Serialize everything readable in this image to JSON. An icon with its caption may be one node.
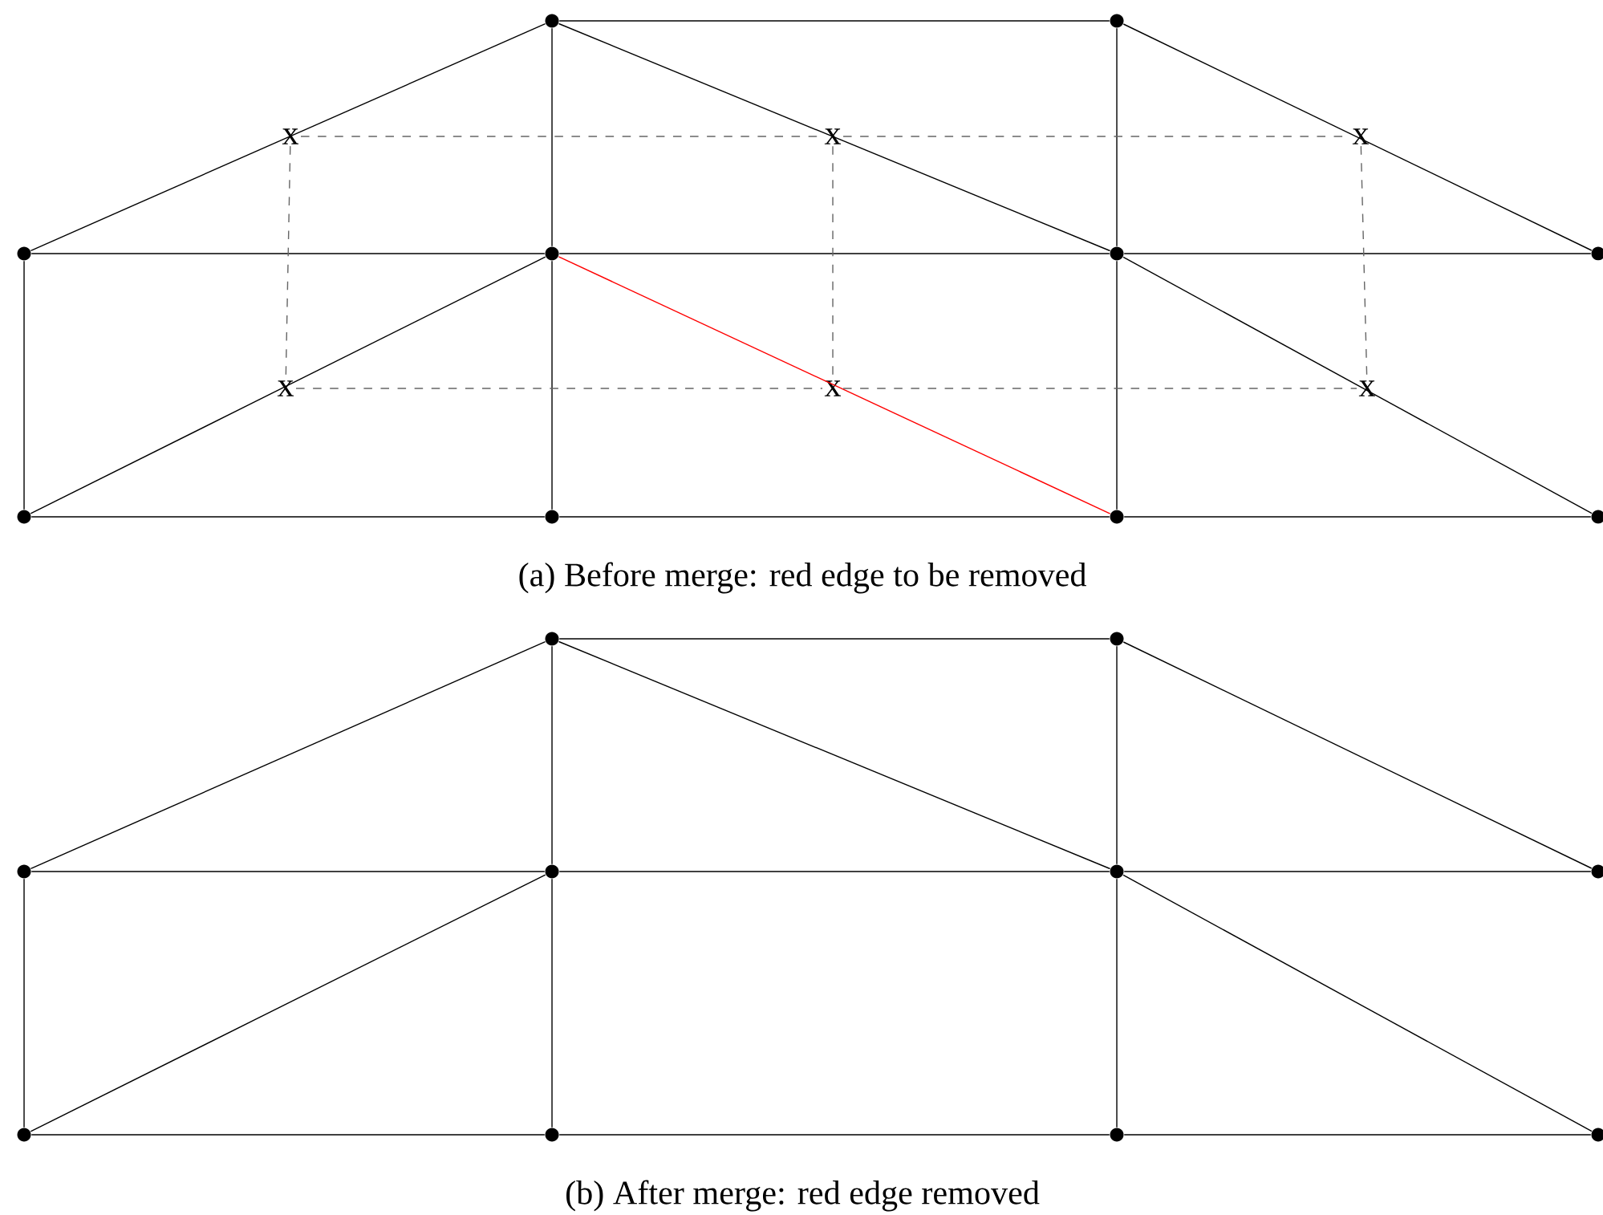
{
  "diagram": {
    "nodes": [
      {
        "text": [],
        "shape": "circle"
      },
      {
        "text": [],
        "shape": "circle"
      },
      {
        "text": [],
        "shape": "circle"
      },
      {
        "text": [],
        "shape": "circle"
      },
      {
        "text": [],
        "shape": "circle"
      },
      {
        "text": [],
        "shape": "circle"
      },
      {
        "text": [],
        "shape": "circle"
      },
      {
        "text": [],
        "shape": "circle"
      },
      {
        "text": [],
        "shape": "circle"
      },
      {
        "text": [],
        "shape": "circle"
      },
      {
        "text": [
          "x"
        ]
      },
      {
        "text": [
          "x"
        ]
      },
      {
        "text": [
          "x"
        ]
      },
      {
        "text": [
          "x"
        ]
      },
      {
        "text": [
          "x"
        ]
      },
      {
        "text": [
          "x"
        ]
      },
      {
        "text": [],
        "shape": "circle"
      },
      {
        "text": [],
        "shape": "circle"
      },
      {
        "text": [],
        "shape": "circle"
      },
      {
        "text": [],
        "shape": "circle"
      },
      {
        "text": [],
        "shape": "circle"
      },
      {
        "text": [],
        "shape": "circle"
      },
      {
        "text": [],
        "shape": "circle"
      },
      {
        "text": [],
        "shape": "circle"
      },
      {
        "text": [],
        "shape": "circle"
      },
      {
        "text": [],
        "shape": "circle"
      }
    ],
    "edges": [
      {
        "from": 0,
        "to": 1,
        "arrow": "none"
      },
      {
        "from": 2,
        "to": 0,
        "arrow": "none"
      },
      {
        "from": 0,
        "to": 3,
        "arrow": "none"
      },
      {
        "from": 0,
        "to": 4,
        "arrow": "none"
      },
      {
        "from": 1,
        "to": 4,
        "arrow": "none"
      },
      {
        "from": 1,
        "to": 5,
        "arrow": "none"
      },
      {
        "from": 2,
        "to": 3,
        "arrow": "none"
      },
      {
        "from": 3,
        "to": 4,
        "arrow": "none"
      },
      {
        "from": 4,
        "to": 5,
        "arrow": "none"
      },
      {
        "from": 2,
        "to": 6,
        "arrow": "none"
      },
      {
        "from": 6,
        "to": 3,
        "arrow": "none"
      },
      {
        "from": 3,
        "to": 7,
        "arrow": "none"
      },
      {
        "from": 3,
        "to": 8,
        "arrow": "none",
        "color": "#ff0000"
      },
      {
        "from": 4,
        "to": 8,
        "arrow": "none"
      },
      {
        "from": 4,
        "to": 9,
        "arrow": "none"
      },
      {
        "from": 6,
        "to": 7,
        "arrow": "none"
      },
      {
        "from": 7,
        "to": 8,
        "arrow": "none"
      },
      {
        "from": 8,
        "to": 9,
        "arrow": "none"
      },
      {
        "from": 10,
        "to": 11,
        "arrow": "none",
        "style": "dashed",
        "color": "#666666"
      },
      {
        "from": 11,
        "to": 12,
        "arrow": "none",
        "style": "dashed",
        "color": "#666666"
      },
      {
        "from": 13,
        "to": 14,
        "arrow": "none",
        "style": "dashed",
        "color": "#666666"
      },
      {
        "from": 14,
        "to": 15,
        "arrow": "none",
        "style": "dashed",
        "color": "#666666"
      },
      {
        "from": 10,
        "to": 13,
        "arrow": "none",
        "style": "dashed",
        "color": "#666666"
      },
      {
        "from": 11,
        "to": 14,
        "arrow": "none",
        "style": "dashed",
        "color": "#666666"
      },
      {
        "from": 12,
        "to": 15,
        "arrow": "none",
        "style": "dashed",
        "color": "#666666"
      },
      {
        "from": 16,
        "to": 17,
        "arrow": "none"
      },
      {
        "from": 18,
        "to": 16,
        "arrow": "none"
      },
      {
        "from": 16,
        "to": 19,
        "arrow": "none"
      },
      {
        "from": 16,
        "to": 20,
        "arrow": "none"
      },
      {
        "from": 17,
        "to": 20,
        "arrow": "none"
      },
      {
        "from": 17,
        "to": 21,
        "arrow": "none"
      },
      {
        "from": 18,
        "to": 19,
        "arrow": "none"
      },
      {
        "from": 19,
        "to": 20,
        "arrow": "none"
      },
      {
        "from": 20,
        "to": 21,
        "arrow": "none"
      },
      {
        "from": 18,
        "to": 22,
        "arrow": "none"
      },
      {
        "from": 22,
        "to": 19,
        "arrow": "none"
      },
      {
        "from": 19,
        "to": 23,
        "arrow": "none"
      },
      {
        "from": 20,
        "to": 24,
        "arrow": "none"
      },
      {
        "from": 20,
        "to": 25,
        "arrow": "none"
      },
      {
        "from": 22,
        "to": 23,
        "arrow": "none"
      },
      {
        "from": 23,
        "to": 24,
        "arrow": "none"
      },
      {
        "from": 24,
        "to": 25,
        "arrow": "none"
      }
    ],
    "labels": [
      "(a) Before merge: red edge to be removed",
      "(b) After merge: red edge removed"
    ]
  }
}
